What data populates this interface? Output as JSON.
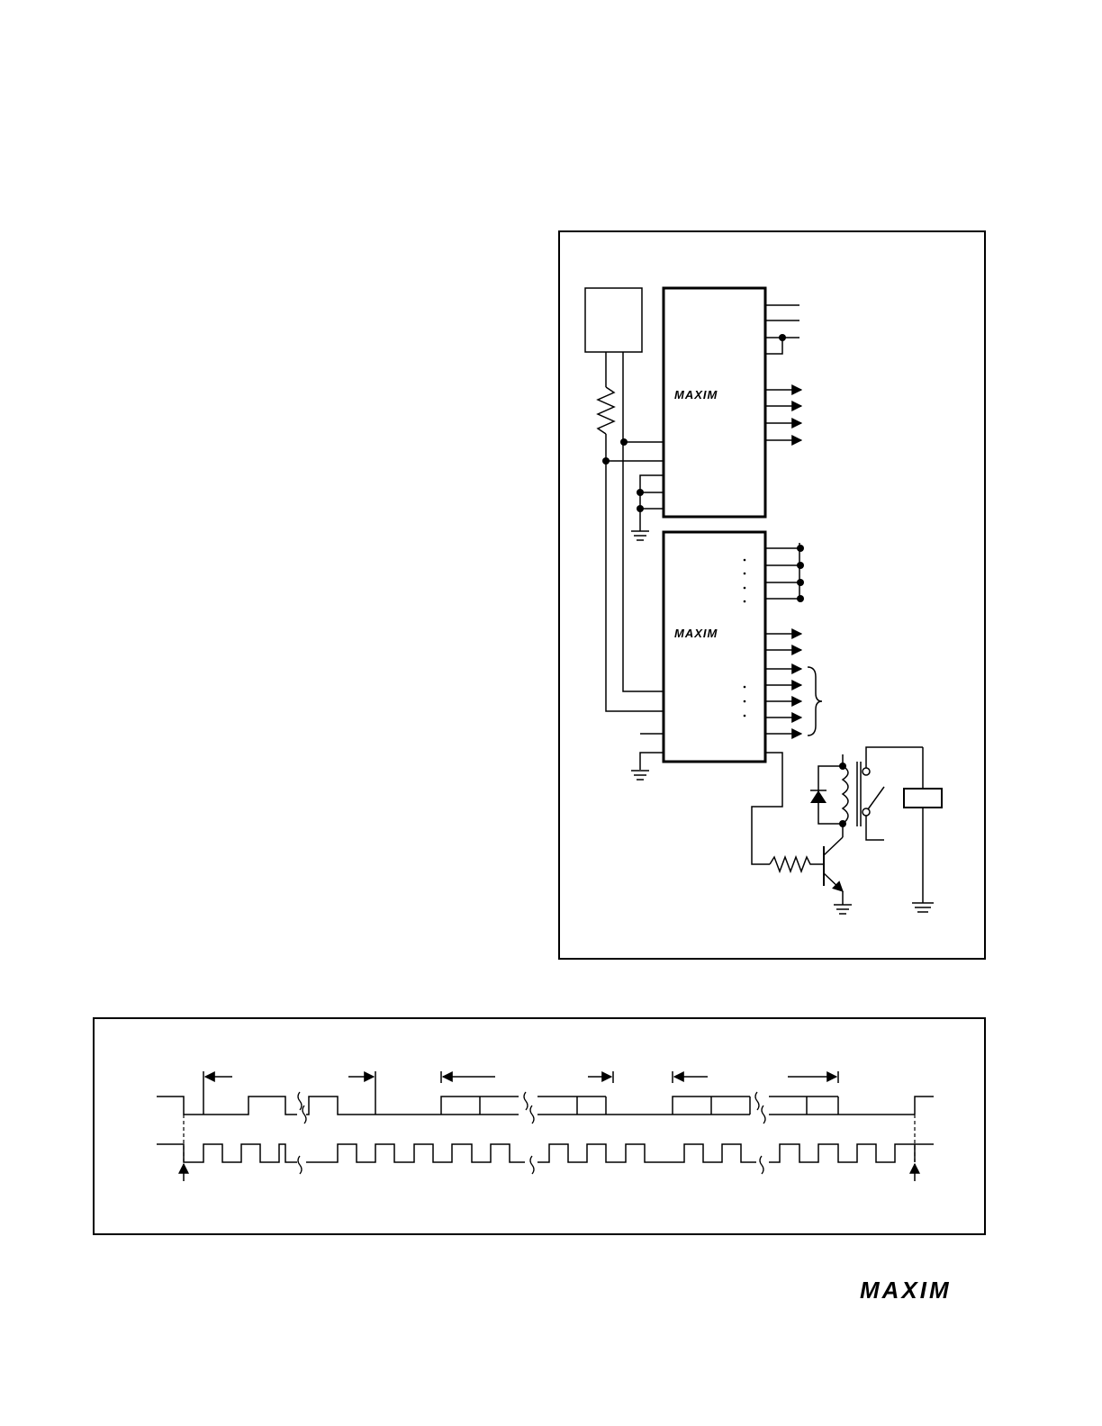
{
  "logos": {
    "chip_upper": "MAXIM",
    "chip_lower": "MAXIM",
    "page_footer": "MAXIM"
  },
  "figures": {
    "circuit": {
      "components": [
        "supply-box",
        "pullup-resistor",
        "upper-ic",
        "lower-ic",
        "relay-coil",
        "flyback-diode",
        "relay-contact",
        "load",
        "base-resistor",
        "npn-transistor",
        "ground"
      ]
    },
    "timing": {
      "waveforms": [
        "data-line",
        "clock-line"
      ]
    }
  }
}
